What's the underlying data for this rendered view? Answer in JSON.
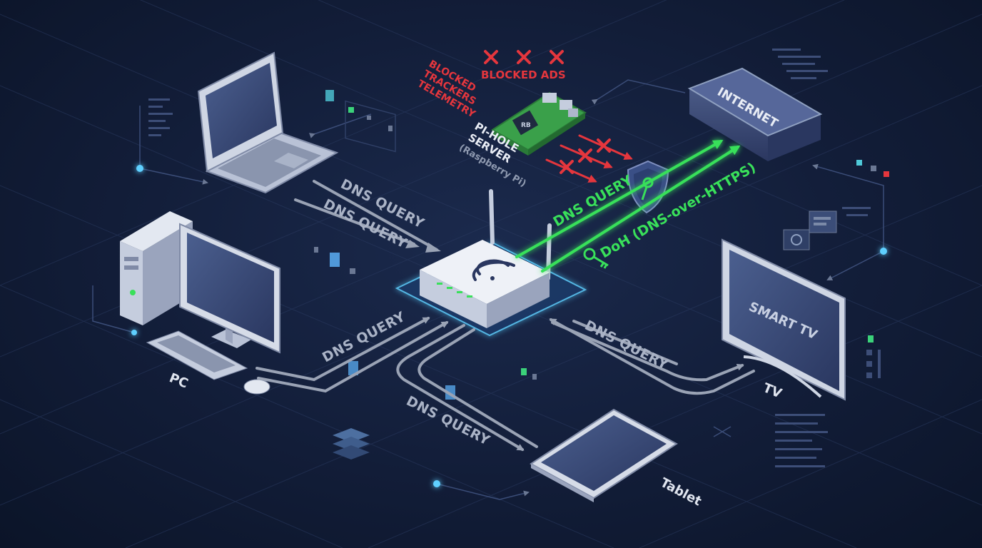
{
  "diagram": {
    "devices": {
      "internet": "INTERNET",
      "smart_tv": "SMART TV",
      "pc": "PC",
      "tv": "TV",
      "tablet": "Tablet"
    },
    "pihole": {
      "title_line1": "PI-HOLE",
      "title_line2": "SERVER",
      "subtitle": "(Raspberry Pi)",
      "pi_chip": "RB",
      "blocked_ads": "BLOCKED ADS",
      "blocked_trackers": "BLOCKED\nTRACKERS\nTELEMETRY"
    },
    "flows": {
      "dns_query": "DNS QUERY",
      "doh": "DoH (DNS-over-HTTPS)"
    },
    "colors": {
      "background": "#121d38",
      "arrow_gray": "#9aa3b5",
      "doh_green": "#39e05a",
      "blocked_red": "#e5363d",
      "glow_cyan": "#5fd0ff"
    }
  }
}
